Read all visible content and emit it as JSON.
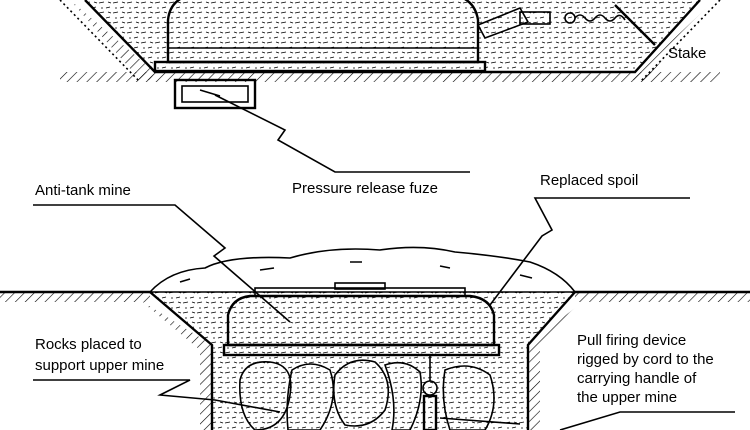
{
  "labels": {
    "stake": "Stake",
    "pressure_release_fuze": "Pressure release fuze",
    "anti_tank_mine": "Anti-tank mine",
    "replaced_spoil": "Replaced spoil",
    "rocks": [
      "Rocks placed to",
      "support upper mine"
    ],
    "pull_firing_device": [
      "Pull firing device",
      "rigged by cord to the",
      "carrying handle of",
      "the upper mine"
    ]
  }
}
